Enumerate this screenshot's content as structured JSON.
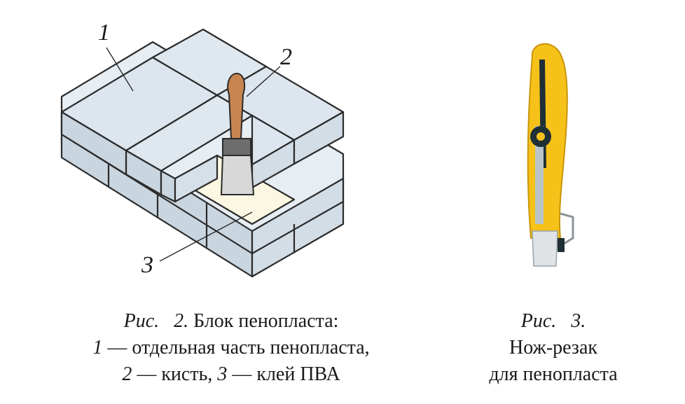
{
  "figure2": {
    "callouts": {
      "c1": "1",
      "c2": "2",
      "c3": "3"
    },
    "caption": {
      "fig_word": "Рис.",
      "fig_num": "2.",
      "title": "Блок пенопласта:",
      "line2_num": "1",
      "line2_text": "— отдельная часть пенопласта,",
      "line3_num_a": "2",
      "line3_text_a": "— кисть,",
      "line3_num_b": "3",
      "line3_text_b": "— клей ПВА"
    }
  },
  "figure3": {
    "caption": {
      "fig_word": "Рис.",
      "fig_num": "3.",
      "line2": "Нож-резак",
      "line3": "для пенопласта"
    }
  },
  "colors": {
    "block_top": "#dde6ee",
    "block_side": "#c9d5df",
    "glue": "#fbf7e2",
    "handle": "#c98550",
    "knife_yellow": "#f6c21a",
    "knife_dark": "#1f2f36"
  }
}
